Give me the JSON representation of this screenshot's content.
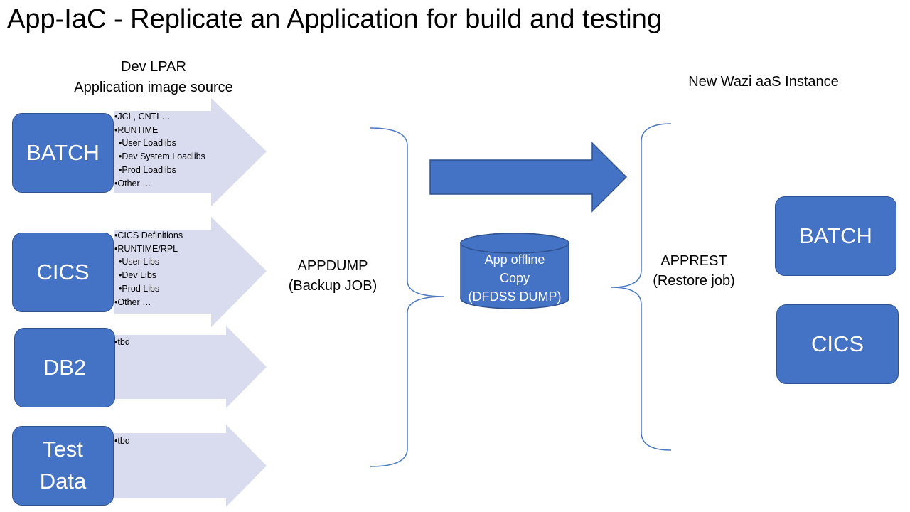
{
  "title": "App-IaC - Replicate an Application for build and testing",
  "source": {
    "heading_line1": "Dev LPAR",
    "heading_line2": "Application image source"
  },
  "target": {
    "heading": "New Wazi aaS Instance"
  },
  "source_components": [
    {
      "label": "BATCH",
      "bullets": [
        "JCL, CNTL…",
        "RUNTIME",
        "User Loadlibs",
        "Dev System Loadlibs",
        "Prod Loadlibs",
        "Other …"
      ]
    },
    {
      "label": "CICS",
      "bullets": [
        "CICS Definitions",
        "RUNTIME/RPL",
        "User Libs",
        "Dev Libs",
        "Prod Libs",
        "Other …"
      ]
    },
    {
      "label": "DB2",
      "bullets": [
        "tbd"
      ]
    },
    {
      "label_line1": "Test",
      "label_line2": "Data",
      "bullets": [
        "tbd"
      ]
    }
  ],
  "backup": {
    "line1": "APPDUMP",
    "line2": "(Backup JOB)"
  },
  "storage": {
    "line1": "App offline",
    "line2": "Copy",
    "line3": "(DFDSS DUMP)"
  },
  "restore": {
    "line1": "APPREST",
    "line2": "(Restore job)"
  },
  "target_components": [
    {
      "label": "BATCH"
    },
    {
      "label": "CICS"
    }
  ],
  "colors": {
    "box_fill": "#4472c4",
    "box_border": "#2f528f",
    "light_arrow": "#d9dcee",
    "brace": "#4a78c2"
  }
}
